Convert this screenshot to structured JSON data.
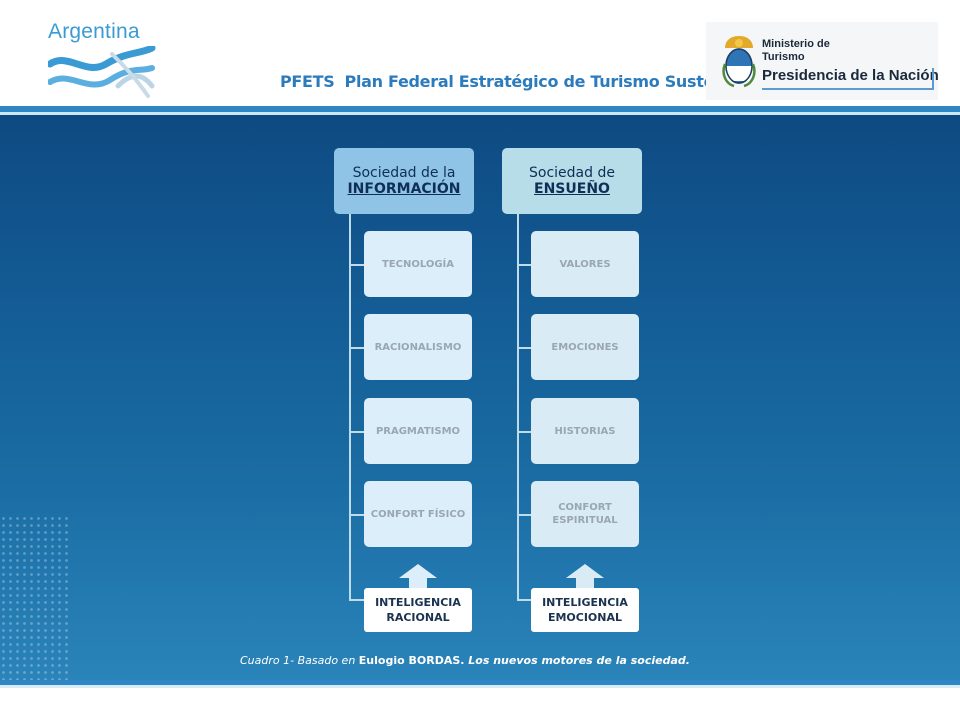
{
  "header": {
    "brand": "Argentina",
    "program_acronym": "PFETS",
    "program_name": "Plan Federal Estratégico de Turismo Sustentable",
    "ministry_line1": "Ministerio de",
    "ministry_line2": "Turismo",
    "ministry_line3": "Presidencia de la Nación"
  },
  "colors": {
    "panel_top": "#0e4a82",
    "panel_bottom": "#2a84b9",
    "accent_blue": "#2e86c4",
    "head_info": "#8fc4e6",
    "head_dream": "#b7dde9",
    "node": "#dbeef9"
  },
  "diagram": {
    "columns": [
      {
        "title_prefix": "Sociedad de la",
        "title_key": "INFORMACIÓN",
        "items": [
          "TECNOLOGÍA",
          "RACIONALISMO",
          "PRAGMATISMO",
          "CONFORT FÍSICO"
        ],
        "base_line1": "INTELIGENCIA",
        "base_line2": "RACIONAL"
      },
      {
        "title_prefix": "Sociedad de",
        "title_key": "ENSUEÑO",
        "items": [
          "VALORES",
          "EMOCIONES",
          "HISTORIAS",
          "CONFORT ESPIRITUAL"
        ],
        "base_line1": "INTELIGENCIA",
        "base_line2": "EMOCIONAL"
      }
    ]
  },
  "caption": {
    "prefix": "Cuadro 1- Basado en ",
    "author": "Eulogio BORDAS.",
    "title": " Los nuevos motores de la sociedad."
  }
}
